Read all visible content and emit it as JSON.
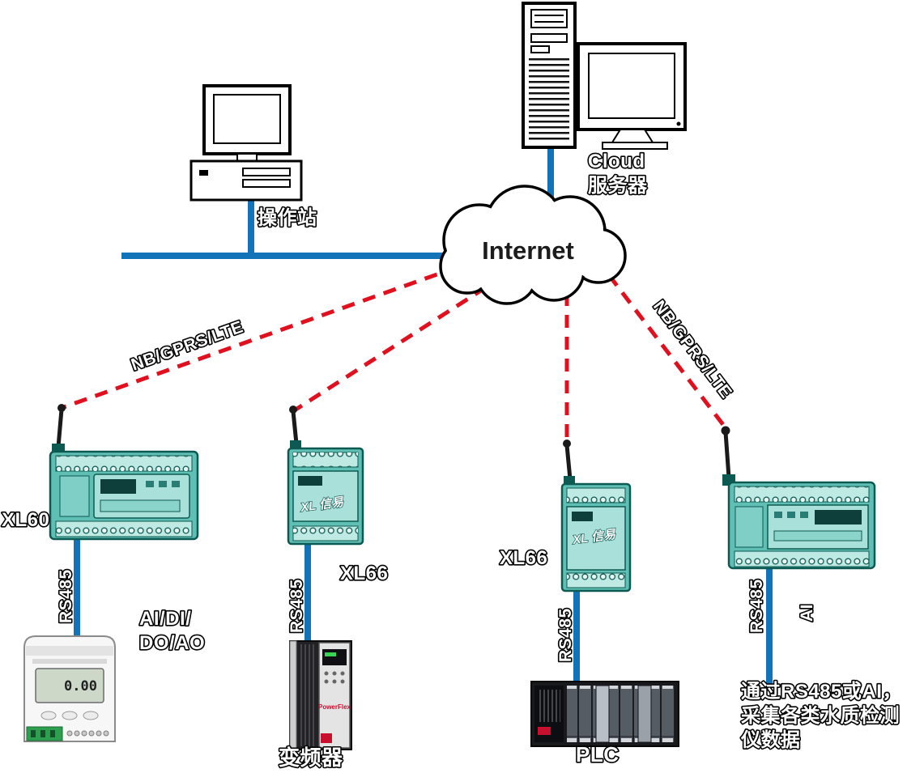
{
  "colors": {
    "blue": "#1273B8",
    "red": "#E0101E",
    "teal": "#5FBFB4",
    "teal_dark": "#0D5A52",
    "teal_light": "#A9E0D9"
  },
  "top": {
    "operator_station": "操作站",
    "cloud_server_line1": "Cloud",
    "cloud_server_line2": "服务器"
  },
  "internet": {
    "label": "Internet"
  },
  "links": {
    "nb_gprs_lte_left": "NB/GPRS/LTE",
    "nb_gprs_lte_right": "NB/GPRS/LTE"
  },
  "devices": {
    "xl60": {
      "label": "XL60",
      "bus": "RS485",
      "io_line1": "AI/DI/",
      "io_line2": "DO/AO"
    },
    "xl66_mid": {
      "label": "XL66",
      "bus": "RS485",
      "marking": "XL 信易"
    },
    "xl66_right": {
      "label": "XL66",
      "bus": "RS485",
      "marking": "XL 信易"
    },
    "right_gateway": {
      "bus": "RS485",
      "ai_label": "AI"
    }
  },
  "bottom": {
    "meter_display": "0.00",
    "vfd_label": "变频器",
    "vfd_brand": "PowerFlex",
    "plc_label": "PLC",
    "note_line1": "通过RS485或AI，",
    "note_line2": "采集各类水质检测",
    "note_line3": "仪数据"
  }
}
